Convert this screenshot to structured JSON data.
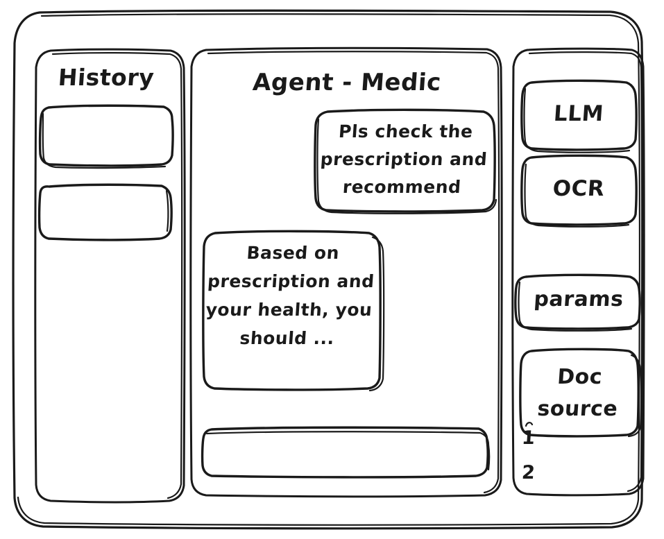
{
  "window": {
    "name": "agent-medic-wireframe"
  },
  "sidebar_left": {
    "title": "History",
    "items": [
      {
        "label": "",
        "name": "history-item-1"
      },
      {
        "label": "",
        "name": "history-item-2"
      }
    ]
  },
  "main": {
    "title": "Agent - Medic",
    "messages": [
      {
        "role": "user",
        "text": "Pls check the prescription and recommend"
      },
      {
        "role": "agent",
        "text": "Based on prescription and your health, you should ..."
      }
    ],
    "composer": {
      "value": "",
      "placeholder": ""
    }
  },
  "sidebar_right": {
    "buttons": [
      {
        "label": "LLM"
      },
      {
        "label": "OCR"
      },
      {
        "label": "params"
      }
    ],
    "doc_source": {
      "label": "Doc source",
      "items": [
        "1",
        "2"
      ]
    }
  },
  "colors": {
    "ink": "#1a1a1a",
    "paper": "#ffffff"
  }
}
